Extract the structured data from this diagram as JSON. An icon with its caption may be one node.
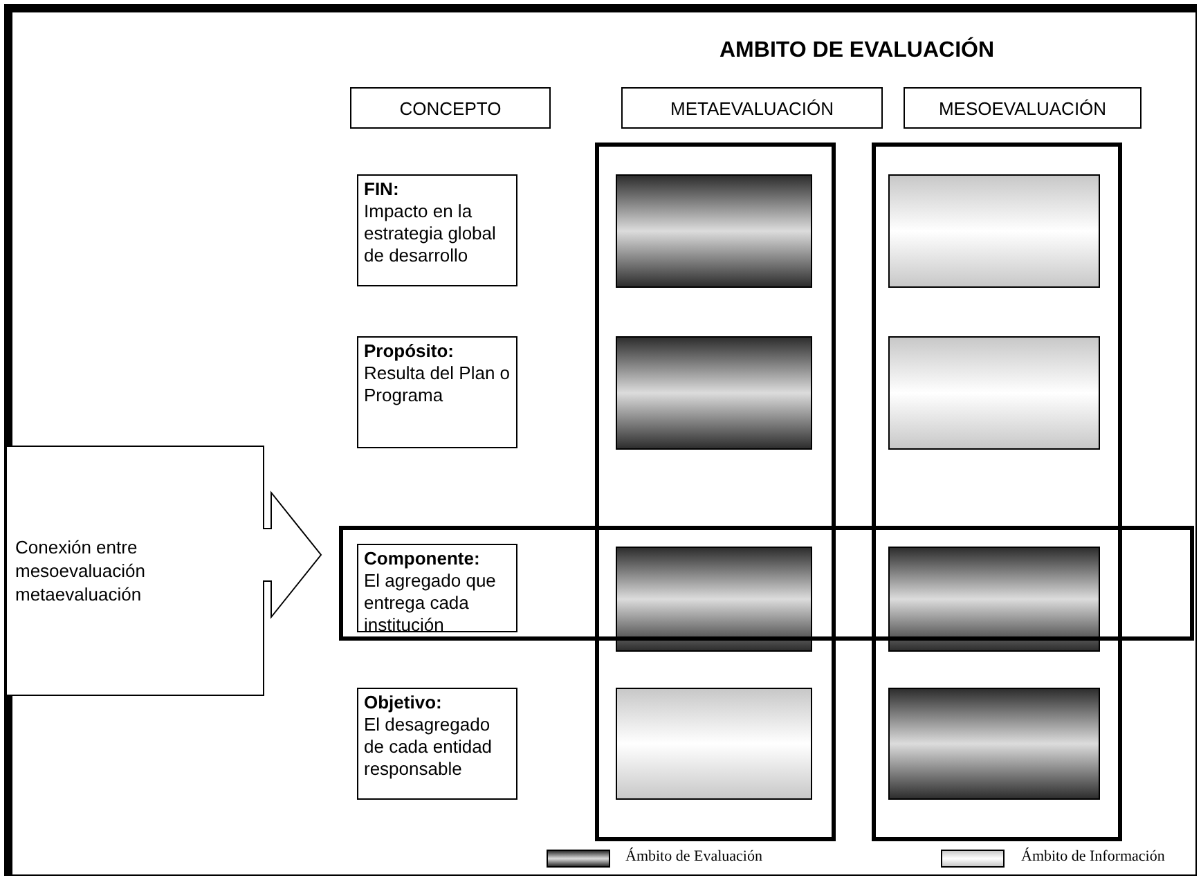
{
  "diagram": {
    "title": "AMBITO DE EVALUACIÓN",
    "nodes": [
      {
        "text": [
          "CONCEPTO"
        ]
      },
      {
        "text": [
          "METAEVALUACIÓN"
        ]
      },
      {
        "text": [
          "MESOEVALUACIÓN"
        ]
      },
      {
        "text": [],
        "shape": "box"
      },
      {
        "text": [],
        "shape": "box"
      },
      {
        "text": [
          "FIN:",
          "Impacto en la estrategia global de desarrollo"
        ]
      },
      {
        "text": [],
        "shape": "box",
        "in": 3
      },
      {
        "text": [],
        "shape": "box",
        "in": 4
      },
      {
        "text": [
          "Propósito:",
          "Resulta del Plan o Programa"
        ]
      },
      {
        "text": [],
        "shape": "box",
        "in": 3
      },
      {
        "text": [],
        "shape": "box",
        "in": 4
      },
      {
        "text": [],
        "shape": "box"
      },
      {
        "text": [
          "Conexión entre mesoevaluación metaevaluación"
        ]
      },
      {
        "text": [
          "Componente:",
          "El agregado que entrega cada institución"
        ],
        "in": 11
      },
      {
        "text": [],
        "shape": "box",
        "in": 3
      },
      {
        "text": [],
        "shape": "box",
        "in": 4
      },
      {
        "text": [
          "Objetivo:",
          "El desagregado de cada entidad responsable"
        ]
      },
      {
        "text": [],
        "shape": "box",
        "in": 3
      },
      {
        "text": [],
        "shape": "box",
        "in": 4
      }
    ],
    "edges": [
      {
        "from": 12,
        "to": 11,
        "arrow": "to"
      }
    ],
    "legend": [
      {
        "text": "Ámbito de Evaluación"
      },
      {
        "text": "Ámbito de Información"
      }
    ]
  }
}
